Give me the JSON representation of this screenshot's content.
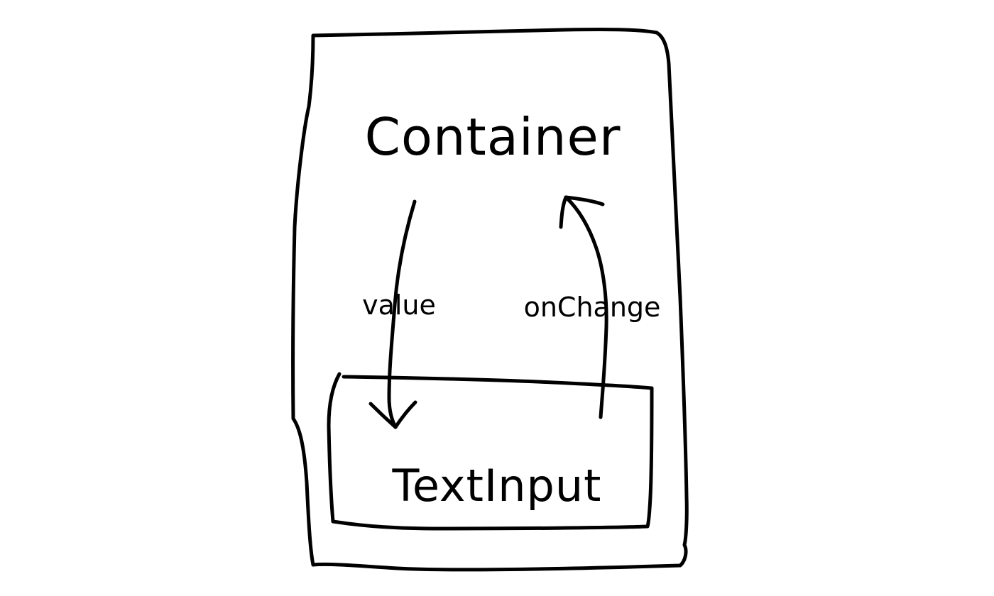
{
  "diagram": {
    "container_label": "Container",
    "input_label": "TextInput",
    "down_arrow_label": "value",
    "up_arrow_label": "onChange",
    "ink_color": "#000000",
    "background_color": "#ffffff"
  }
}
